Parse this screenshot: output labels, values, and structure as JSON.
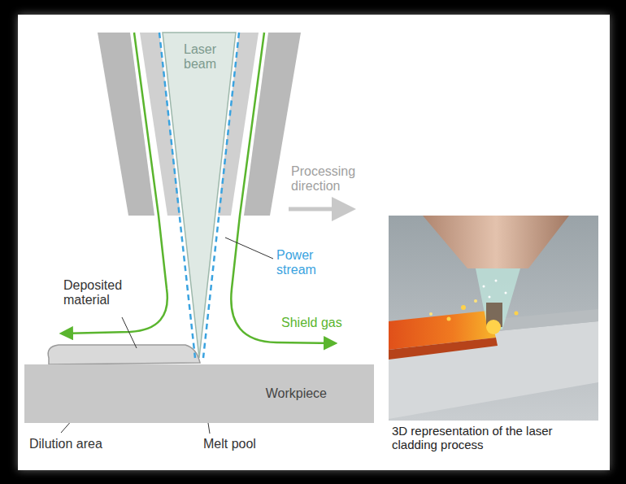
{
  "diagram": {
    "caption": "3D representation of the laser cladding process",
    "nodes": [
      {
        "text": [
          "Workpiece"
        ]
      }
    ],
    "labels": [
      "Laser beam",
      "Processing direction",
      "Power stream",
      "Deposited material",
      "Shield gas",
      "Dilution area",
      "Melt pool"
    ]
  }
}
